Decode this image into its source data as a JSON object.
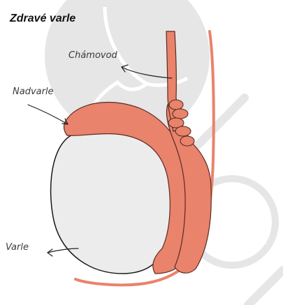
{
  "title": "Zdravé varle",
  "labels": {
    "vas_deferens": "Chámovod",
    "epididymis": "Nadvarle",
    "testis": "Varle"
  },
  "colors": {
    "watermark": "#e6e6e6",
    "tissue": "#e9836c",
    "tissue_outline": "#5a2a22",
    "testis_fill": "#ececec",
    "outline": "#1a1a1a",
    "arrow": "#222222"
  }
}
